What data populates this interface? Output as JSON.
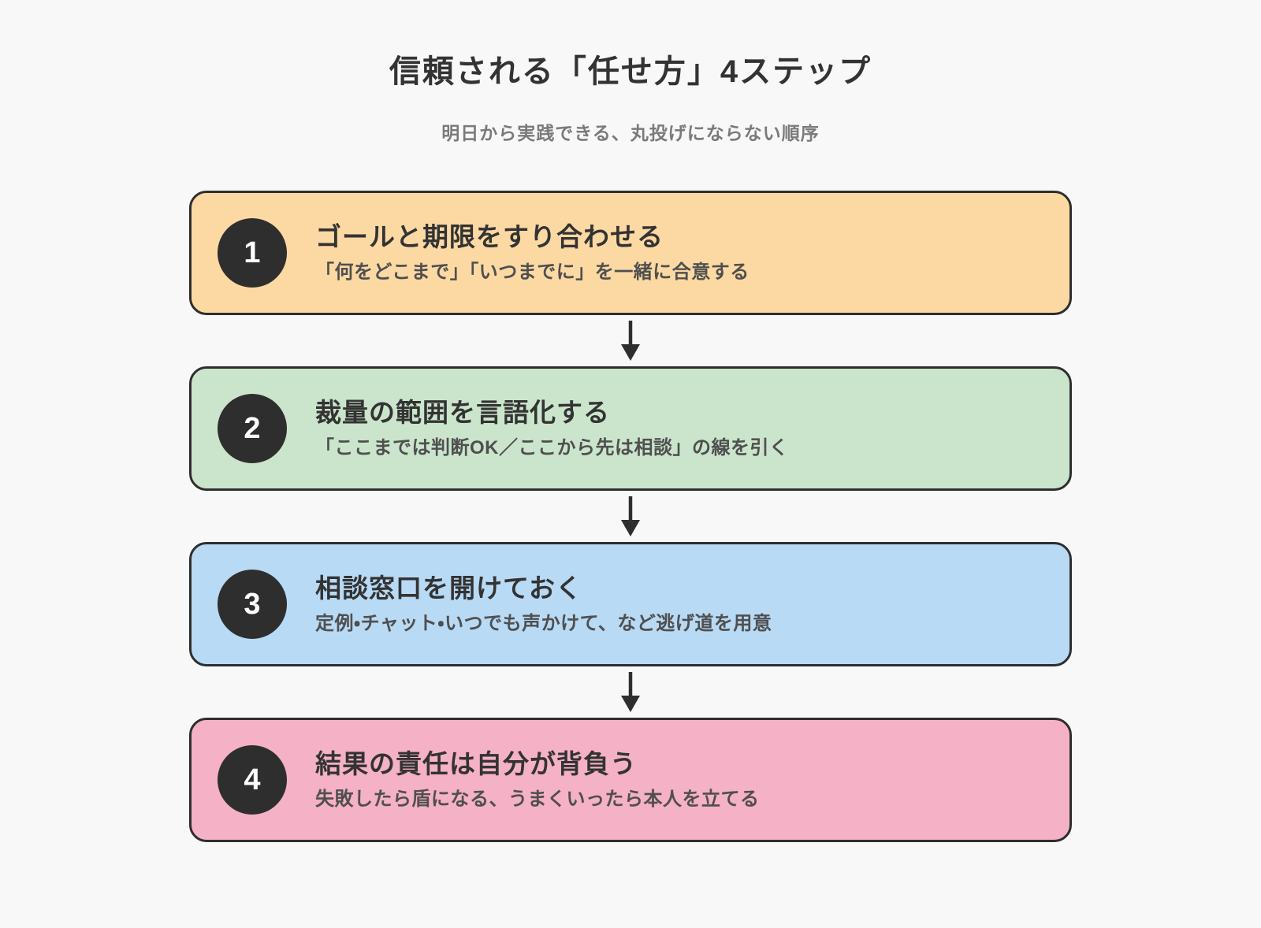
{
  "page": {
    "title": "信頼される「任せ方」4ステップ",
    "subtitle": "明日から実践できる、丸投げにならない順序"
  },
  "steps": [
    {
      "number": "1",
      "title": "ゴールと期限をすり合わせる",
      "description": "「何をどこまで」「いつまでに」を一緒に合意する",
      "color": "#FCD9A3"
    },
    {
      "number": "2",
      "title": "裁量の範囲を言語化する",
      "description": "「ここまでは判断OK／ここから先は相談」の線を引く",
      "color": "#CBE5CC"
    },
    {
      "number": "3",
      "title": "相談窓口を開けておく",
      "description": "定例・チャット・いつでも声かけて、など逃げ道を用意",
      "color": "#B8DAF5"
    },
    {
      "number": "4",
      "title": "結果の責任は自分が背負う",
      "description": "失敗したら盾になる、うまくいったら本人を立てる",
      "color": "#F5B1C6"
    }
  ],
  "colors": {
    "page_background": "#f8f8f8",
    "border": "#2e2e2e",
    "badge_background": "#2e2e2e",
    "badge_text": "#ffffff",
    "arrow": "#2e2e2e",
    "title_text": "#333333",
    "subtitle_text": "#7a7a7a"
  }
}
